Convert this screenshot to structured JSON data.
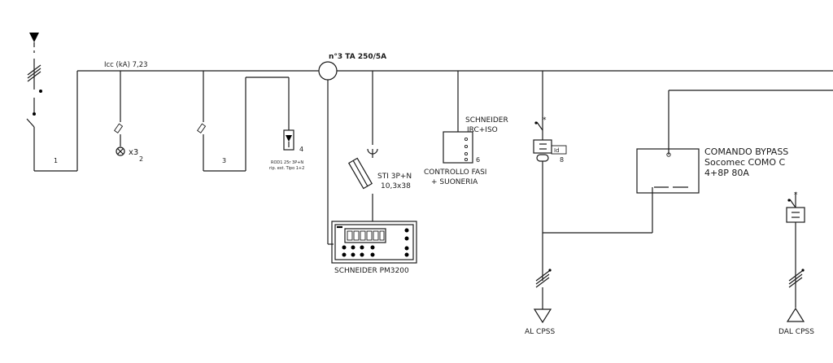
{
  "labels": {
    "icc": "Icc (kA) 7,23",
    "ta": "n°3 TA 250/5A",
    "circuit_1": "1",
    "circuit_2": "2",
    "circuit_3": "3",
    "circuit_4": "4",
    "circuit_6": "6",
    "circuit_8": "8",
    "lamp_count": "x3",
    "rcd_line1": "ROD1 25r 3P+N",
    "rcd_line2": "rip. est. Tipo 1+2",
    "fuse_line1": "STI 3P+N",
    "fuse_line2": "10,3x38",
    "meter": "SCHNEIDER PM3200",
    "schneider_line1": "SCHNEIDER",
    "schneider_line2": "IRC+ISO",
    "phase_line1": "CONTROLLO FASI",
    "phase_line2": "+ SUONERIA",
    "relay_id": "Id",
    "bypass_line1": "COMANDO BYPASS",
    "bypass_line2": "Socomec COMO C",
    "bypass_line3": "4+8P 80A",
    "al_cpss": "AL CPSS",
    "dal_cpss": "DAL CPSS",
    "star_left": "*",
    "star_right": "*"
  },
  "colors": {
    "line": "#1a1a1a",
    "background": "#ffffff"
  }
}
